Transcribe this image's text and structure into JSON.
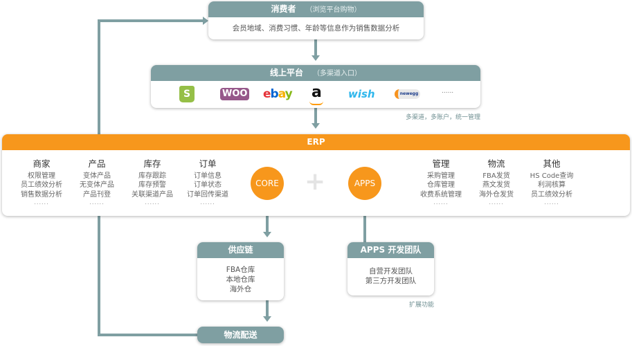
{
  "consumer": {
    "title": "消费者",
    "subtitle": "（浏览平台购物）",
    "body": "会员地域、消费习惯、年龄等信息作为销售数据分析"
  },
  "platform": {
    "title": "线上平台",
    "subtitle": "（多渠道入口）",
    "logos": [
      "Shopify",
      "WOO",
      "ebay",
      "a",
      "wish",
      "newegg",
      "......"
    ],
    "caption": "多渠道，多账户，统一管理"
  },
  "erp": {
    "title": "ERP",
    "core": "CORE",
    "plus": "+",
    "apps": "APPS",
    "columns": [
      {
        "title": "商家",
        "items": [
          "权限管理",
          "员工绩效分析",
          "销售数据分析",
          "......"
        ]
      },
      {
        "title": "产品",
        "items": [
          "变体产品",
          "无变体产品",
          "产品刊登",
          "......"
        ]
      },
      {
        "title": "库存",
        "items": [
          "库存跟踪",
          "库存预警",
          "关联渠道产品",
          "......"
        ]
      },
      {
        "title": "订单",
        "items": [
          "订单信息",
          "订单状态",
          "订单回传渠道",
          "......"
        ]
      },
      {
        "title": "管理",
        "items": [
          "采购管理",
          "仓库管理",
          "收费系统管理",
          "......"
        ]
      },
      {
        "title": "物流",
        "items": [
          "FBA发货",
          "燕文发货",
          "海外仓发货",
          "......"
        ]
      },
      {
        "title": "其他",
        "items": [
          "HS Code查询",
          "利润核算",
          "员工绩效分析",
          "......"
        ]
      }
    ]
  },
  "supply": {
    "title": "供应链",
    "items": [
      "FBA仓库",
      "本地仓库",
      "海外仓"
    ]
  },
  "apps_team": {
    "title": "APPS 开发团队",
    "items": [
      "自营开发团队",
      "第三方开发团队"
    ],
    "caption": "扩展功能"
  },
  "logistics": {
    "title": "物流配送"
  },
  "colors": {
    "header": "#7f9fa2",
    "erp": "#f7971c"
  }
}
